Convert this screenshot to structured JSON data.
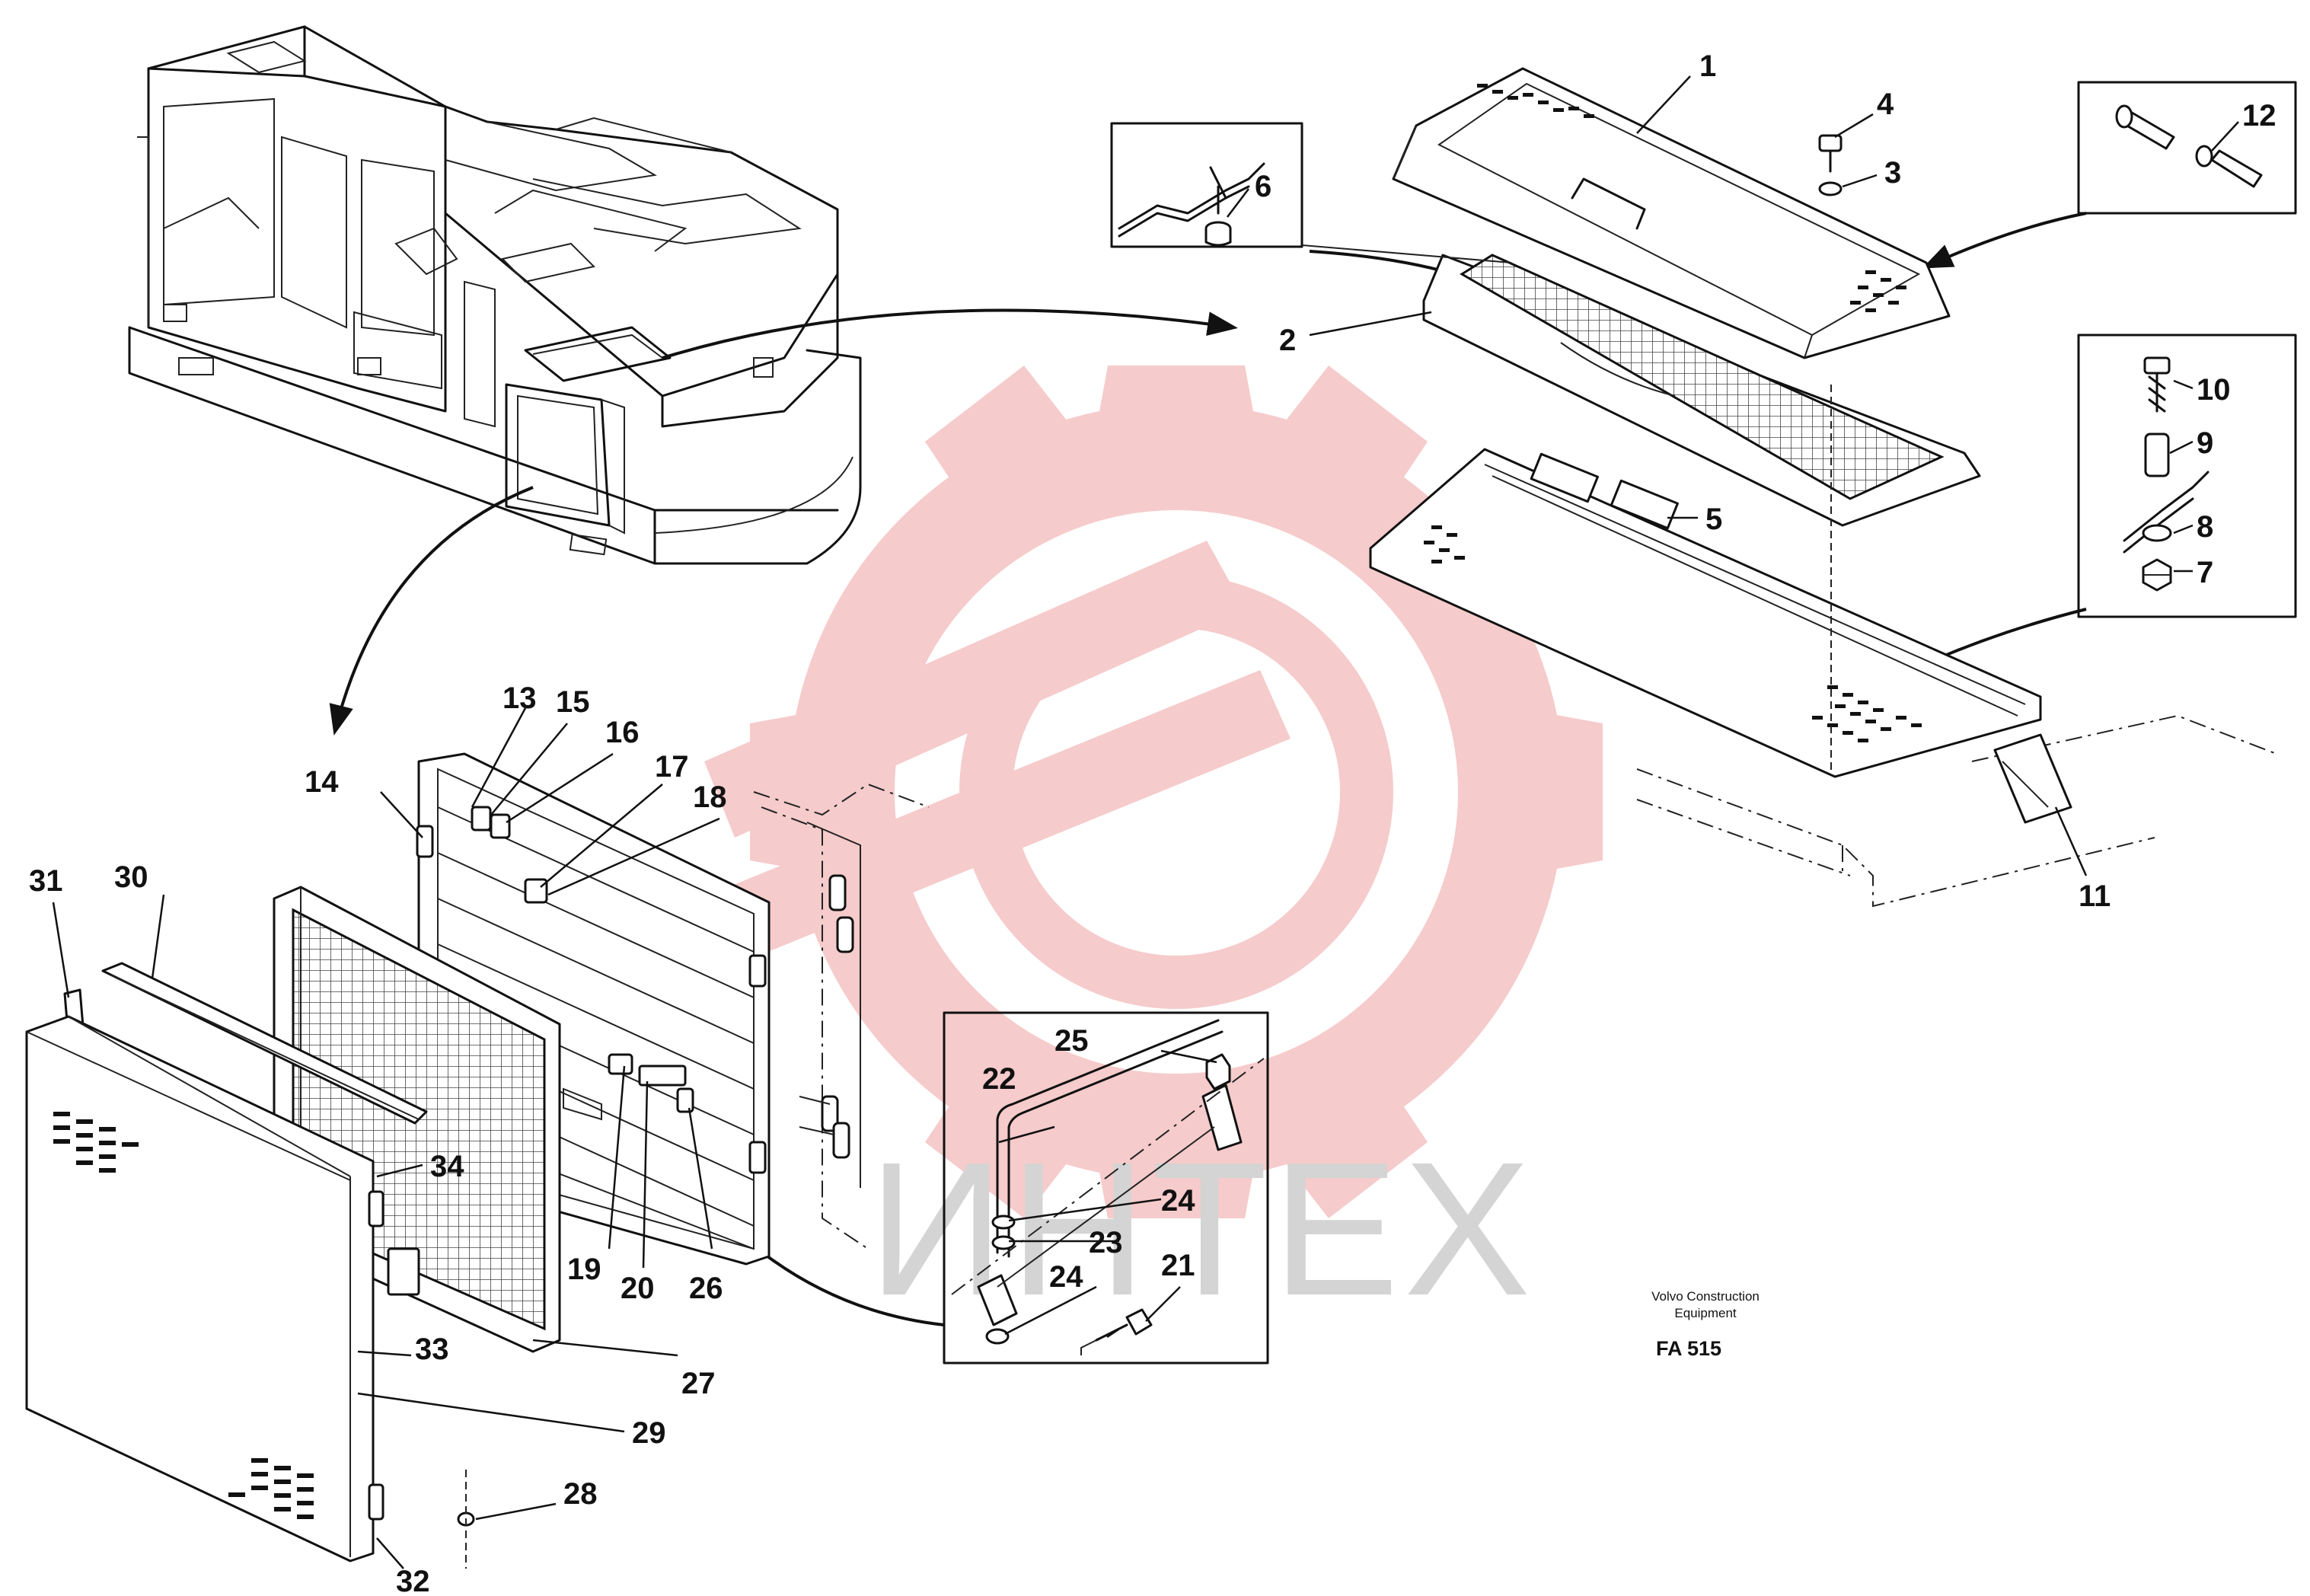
{
  "callouts": [
    {
      "id": "1",
      "label": "1"
    },
    {
      "id": "2",
      "label": "2"
    },
    {
      "id": "3",
      "label": "3"
    },
    {
      "id": "4",
      "label": "4"
    },
    {
      "id": "5",
      "label": "5"
    },
    {
      "id": "6",
      "label": "6"
    },
    {
      "id": "7",
      "label": "7"
    },
    {
      "id": "8",
      "label": "8"
    },
    {
      "id": "9",
      "label": "9"
    },
    {
      "id": "10",
      "label": "10"
    },
    {
      "id": "11",
      "label": "11"
    },
    {
      "id": "12",
      "label": "12"
    },
    {
      "id": "13",
      "label": "13"
    },
    {
      "id": "14",
      "label": "14"
    },
    {
      "id": "15",
      "label": "15"
    },
    {
      "id": "16",
      "label": "16"
    },
    {
      "id": "17",
      "label": "17"
    },
    {
      "id": "18",
      "label": "18"
    },
    {
      "id": "19",
      "label": "19"
    },
    {
      "id": "20",
      "label": "20"
    },
    {
      "id": "21",
      "label": "21"
    },
    {
      "id": "22",
      "label": "22"
    },
    {
      "id": "23",
      "label": "23"
    },
    {
      "id": "24a",
      "label": "24"
    },
    {
      "id": "24b",
      "label": "24"
    },
    {
      "id": "25",
      "label": "25"
    },
    {
      "id": "26",
      "label": "26"
    },
    {
      "id": "27",
      "label": "27"
    },
    {
      "id": "28",
      "label": "28"
    },
    {
      "id": "29",
      "label": "29"
    },
    {
      "id": "30",
      "label": "30"
    },
    {
      "id": "31",
      "label": "31"
    },
    {
      "id": "32",
      "label": "32"
    },
    {
      "id": "33",
      "label": "33"
    },
    {
      "id": "34",
      "label": "34"
    }
  ],
  "manufacturer_line1": "Volvo Construction",
  "manufacturer_line2": "Equipment",
  "diagram_code": "FA 515",
  "watermark_text": "ИНТЕХ",
  "colors": {
    "line": "#111111",
    "watermark_logo": "#f6c9c9",
    "watermark_text": "#d2d2d2",
    "background": "#ffffff"
  }
}
